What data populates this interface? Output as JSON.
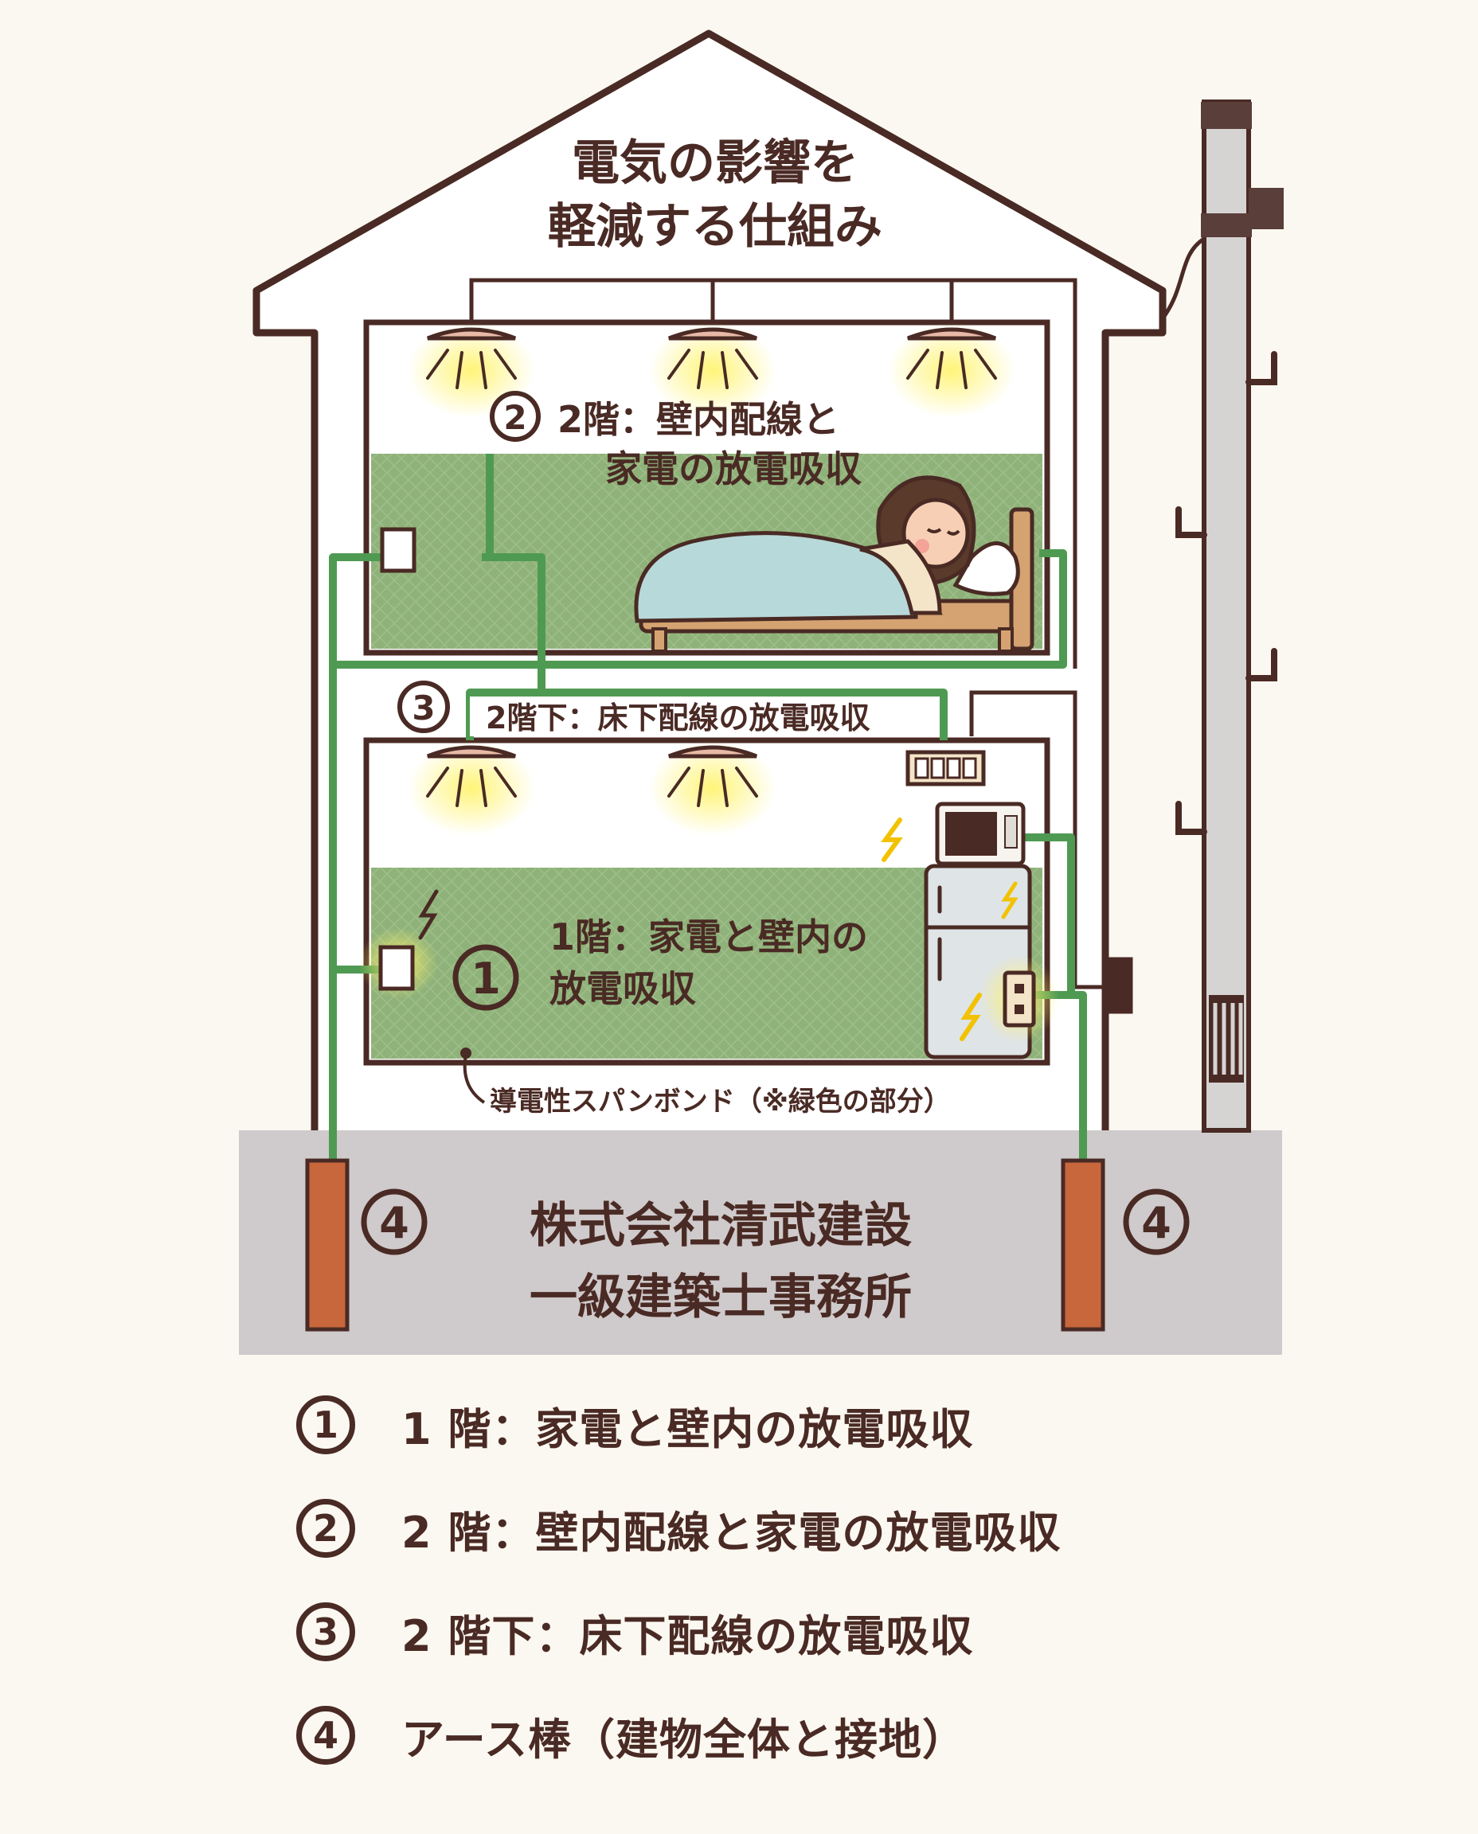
{
  "title": {
    "line1": "電気の影響を",
    "line2": "軽減する仕組み"
  },
  "floor2_label": {
    "line1": "2階：壁内配線と",
    "line2": "家電の放電吸収"
  },
  "under_floor_label": "2階下：床下配線の放電吸収",
  "floor1_label": {
    "line1": "1階：家電と壁内の",
    "line2": "放電吸収"
  },
  "spunbond_note": "導電性スパンボンド（※緑色の部分）",
  "company": {
    "line1": "株式会社清武建設",
    "line2": "一級建築士事務所"
  },
  "markers": {
    "m1": "1",
    "m2": "2",
    "m3": "3",
    "m4": "4"
  },
  "legend": [
    {
      "num": "1",
      "text": "1 階：家電と壁内の放電吸収"
    },
    {
      "num": "2",
      "text": "2 階：壁内配線と家電の放電吸収"
    },
    {
      "num": "3",
      "text": "2 階下：床下配線の放電吸収"
    },
    {
      "num": "4",
      "text": "アース棒（建物全体と接地）"
    }
  ],
  "colors": {
    "outline": "#4a2a24",
    "spunbond_green": "#8fb27a",
    "wire_green": "#4f9a52",
    "ground": "#cfcacb",
    "earth_rod": "#c8663c",
    "pole": "#d6d3d3"
  }
}
